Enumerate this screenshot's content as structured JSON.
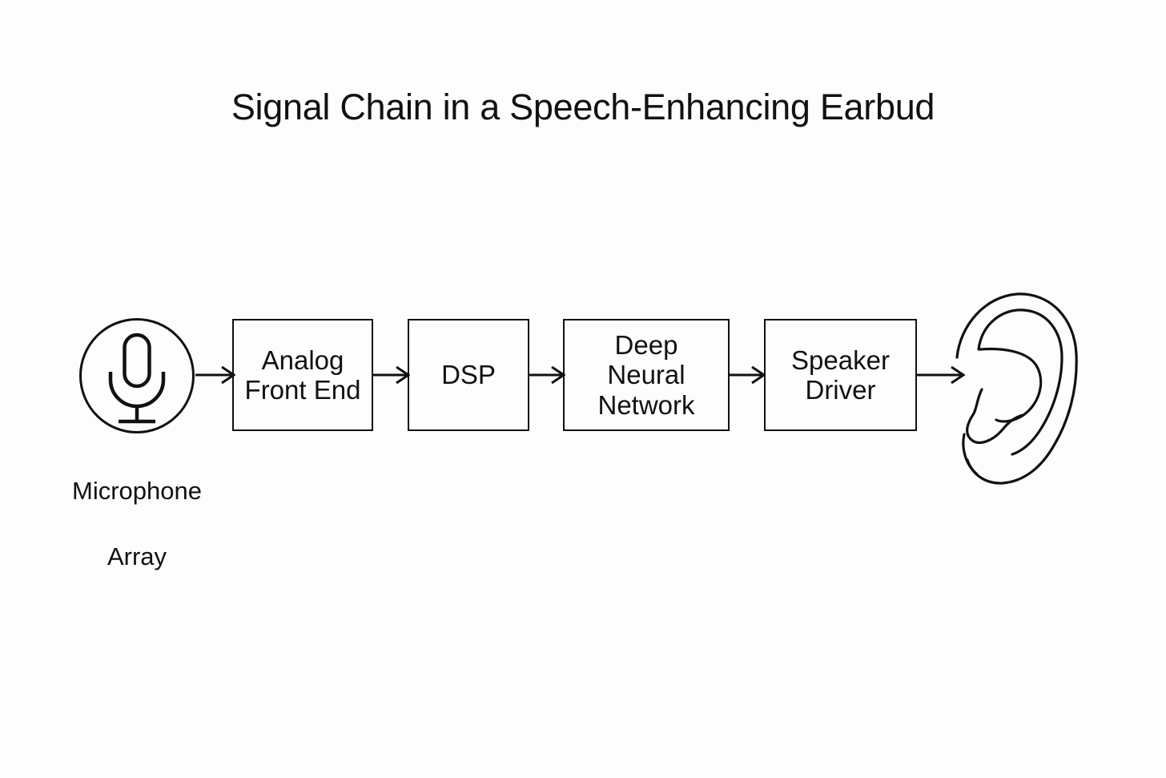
{
  "title": "Signal Chain in a Speech-Enhancing Earbud",
  "theme": {
    "background": "#fdfdfd",
    "stroke": "#111111",
    "text": "#111111",
    "box_fill": "transparent"
  },
  "flow": {
    "source": {
      "icon": "microphone-icon",
      "caption": "Microphone\nArray",
      "caption_line_1": "Microphone",
      "caption_line_2": "Array"
    },
    "stages": [
      {
        "id": "analog-front-end",
        "label": "Analog\nFront End"
      },
      {
        "id": "dsp",
        "label": "DSP"
      },
      {
        "id": "deep-neural-network",
        "label": "Deep\nNeural\nNetwork"
      },
      {
        "id": "speaker-driver",
        "label": "Speaker\nDriver"
      }
    ],
    "sink": {
      "icon": "ear-icon",
      "caption": ""
    },
    "connector_count": 5
  },
  "chart_data": {
    "type": "diagram",
    "title": "Signal Chain in a Speech-Enhancing Earbud",
    "nodes": [
      "Microphone Array",
      "Analog Front End",
      "DSP",
      "Deep Neural Network",
      "Speaker Driver",
      "Ear"
    ],
    "edges": [
      [
        "Microphone Array",
        "Analog Front End"
      ],
      [
        "Analog Front End",
        "DSP"
      ],
      [
        "DSP",
        "Deep Neural Network"
      ],
      [
        "Deep Neural Network",
        "Speaker Driver"
      ],
      [
        "Speaker Driver",
        "Ear"
      ]
    ],
    "orientation": "left-to-right"
  }
}
